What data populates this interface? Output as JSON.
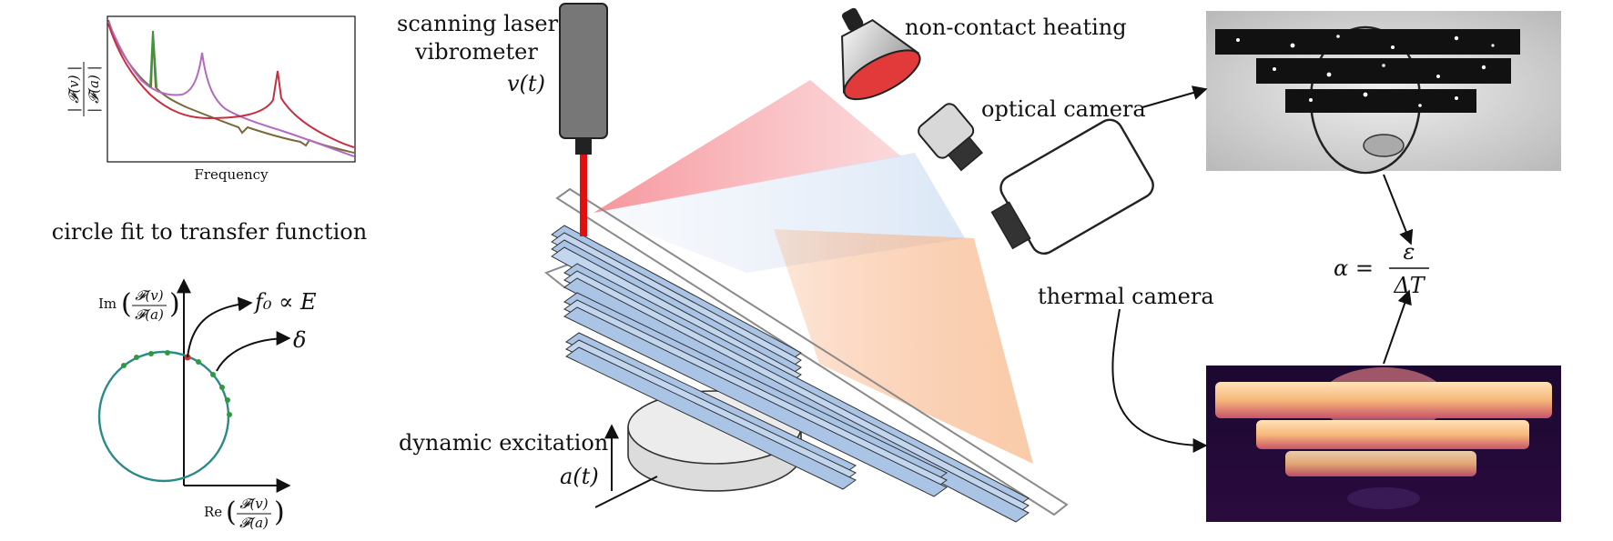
{
  "figure": {
    "labels": {
      "scanning_laser_line1": "scanning laser",
      "scanning_laser_line2": "vibrometer",
      "velocity": "v(t)",
      "non_contact_heating": "non-contact heating",
      "optical_camera": "optical camera",
      "thermal_camera": "thermal camera",
      "dynamic_excitation": "dynamic excitation",
      "acceleration": "a(t)",
      "circle_fit_title": "circle fit to transfer function",
      "frequency_axis": "Frequency",
      "transfer_ylabel": "|F(v)/F(a)|",
      "im_label": "Im(F(v)/F(a))",
      "re_label": "Re(F(v)/F(a))",
      "f0_label": "f₀ ∝ E",
      "delta_label": "δ",
      "alpha_formula_lhs": "α =",
      "alpha_formula_num": "ε",
      "alpha_formula_den": "ΔT"
    },
    "colors": {
      "curve_red": "#c62f3f",
      "curve_purple": "#b26ac2",
      "curve_brown": "#7a6a3a",
      "curve_green": "#3a9a3a",
      "circle": "#2a8a86",
      "laser": "#e01010",
      "heat_cone": "#f79aa0",
      "camera_cone": "#c8d8ee",
      "thermal_cone": "#f9b07a",
      "beam": "#aac4e6"
    }
  }
}
